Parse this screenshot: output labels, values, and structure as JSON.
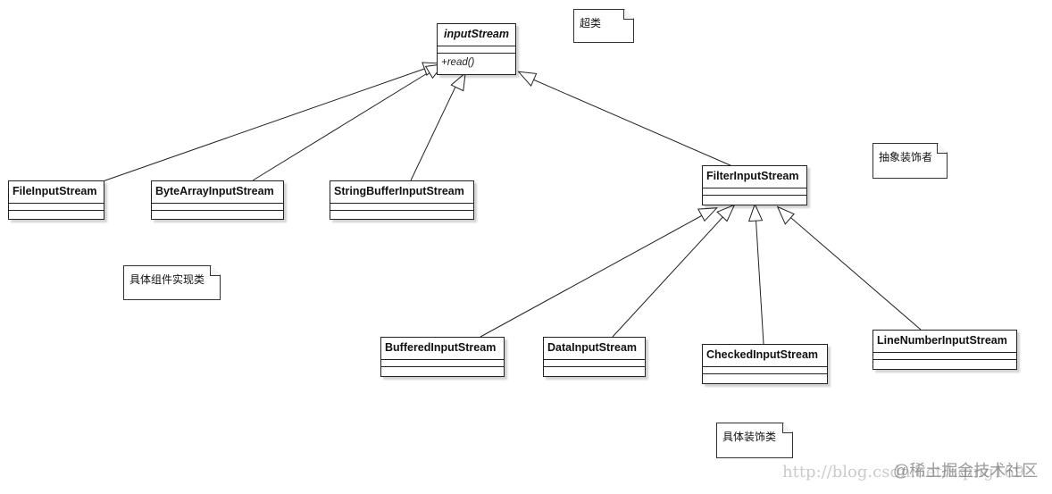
{
  "classes": {
    "input_stream": {
      "name": "inputStream",
      "operation": "+read()"
    },
    "file_input_stream": {
      "name": "FileInputStream"
    },
    "byte_array_input_stream": {
      "name": "ByteArrayInputStream"
    },
    "string_buffer_input_stream": {
      "name": "StringBufferInputStream"
    },
    "filter_input_stream": {
      "name": "FilterInputStream"
    },
    "buffered_input_stream": {
      "name": "BufferedInputStream"
    },
    "data_input_stream": {
      "name": "DataInputStream"
    },
    "checked_input_stream": {
      "name": "CheckedInputStream"
    },
    "line_number_input_stream": {
      "name": "LineNumberInputStream"
    }
  },
  "notes": {
    "superclass": "超类",
    "abstract_decorator": "抽象装饰者",
    "concrete_component": "具体组件实现类",
    "concrete_decorator": "具体装饰类"
  },
  "watermark": {
    "url": "http://blog.csdn.net/hqing169",
    "brand": "@稀土掘金技术社区"
  },
  "colors": {
    "line": "#222222",
    "background": "#ffffff"
  }
}
